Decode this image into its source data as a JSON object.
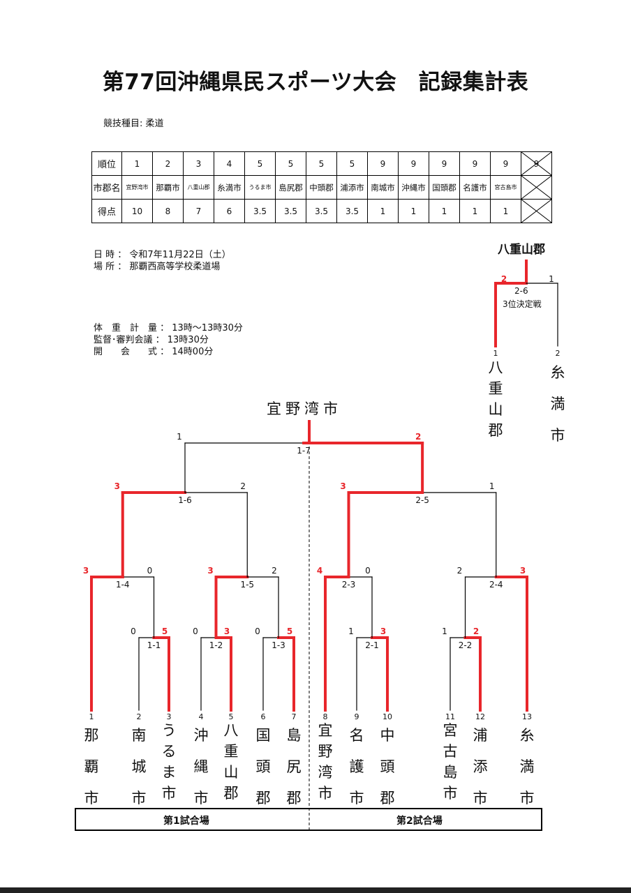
{
  "title": "第77回沖縄県民スポーツ大会　記録集計表",
  "event": "競技種目: 柔道",
  "ranking": {
    "headers": [
      "順位",
      "市郡名",
      "得点"
    ],
    "columns": [
      {
        "rank": "1",
        "name": "宜野湾市",
        "points": "10"
      },
      {
        "rank": "2",
        "name": "那覇市",
        "points": "8"
      },
      {
        "rank": "3",
        "name": "八重山郡",
        "points": "7"
      },
      {
        "rank": "4",
        "name": "糸満市",
        "points": "6"
      },
      {
        "rank": "5",
        "name": "うるま市",
        "points": "3.5"
      },
      {
        "rank": "5",
        "name": "島尻郡",
        "points": "3.5"
      },
      {
        "rank": "5",
        "name": "中頭郡",
        "points": "3.5"
      },
      {
        "rank": "5",
        "name": "浦添市",
        "points": "3.5"
      },
      {
        "rank": "9",
        "name": "南城市",
        "points": "1"
      },
      {
        "rank": "9",
        "name": "沖縄市",
        "points": "1"
      },
      {
        "rank": "9",
        "name": "国頭郡",
        "points": "1"
      },
      {
        "rank": "9",
        "name": "名護市",
        "points": "1"
      },
      {
        "rank": "9",
        "name": "宮古島市",
        "points": "1"
      }
    ],
    "crossed_rank": "9"
  },
  "info": {
    "date": "日 時 ： 令和7年11月22日（土）",
    "place": "場 所 ： 那覇西高等学校柔道場",
    "weigh_in": "体　重　計　量 ： 13時～13時30分",
    "meeting": "監督･審判会議 ： 13時30分",
    "opening": "開　　会　　式 ： 14時00分"
  },
  "third_place": {
    "winner_label": "八重山郡",
    "match": "2-6",
    "title": "3位決定戦",
    "left_score": "2",
    "right_score": "1",
    "left_seed": "1",
    "right_seed": "2",
    "left_team": [
      "八",
      "重",
      "山",
      "郡"
    ],
    "right_team": [
      "糸",
      "満",
      "市"
    ]
  },
  "champion": "宜野湾市",
  "teams": [
    {
      "seed": "1",
      "name": [
        "那",
        "覇",
        "市"
      ]
    },
    {
      "seed": "2",
      "name": [
        "南",
        "城",
        "市"
      ]
    },
    {
      "seed": "3",
      "name": [
        "う",
        "る",
        "ま",
        "市"
      ]
    },
    {
      "seed": "4",
      "name": [
        "沖",
        "縄",
        "市"
      ]
    },
    {
      "seed": "5",
      "name": [
        "八",
        "重",
        "山",
        "郡"
      ]
    },
    {
      "seed": "6",
      "name": [
        "国",
        "頭",
        "郡"
      ]
    },
    {
      "seed": "7",
      "name": [
        "島",
        "尻",
        "郡"
      ]
    },
    {
      "seed": "8",
      "name": [
        "宜",
        "野",
        "湾",
        "市"
      ]
    },
    {
      "seed": "9",
      "name": [
        "名",
        "護",
        "市"
      ]
    },
    {
      "seed": "10",
      "name": [
        "中",
        "頭",
        "郡"
      ]
    },
    {
      "seed": "11",
      "name": [
        "宮",
        "古",
        "島",
        "市"
      ]
    },
    {
      "seed": "12",
      "name": [
        "浦",
        "添",
        "市"
      ]
    },
    {
      "seed": "13",
      "name": [
        "糸",
        "満",
        "市"
      ]
    }
  ],
  "matches": [
    {
      "id": "1-1",
      "left_score": "0",
      "right_score": "5",
      "winner": "right"
    },
    {
      "id": "1-2",
      "left_score": "0",
      "right_score": "3",
      "winner": "right"
    },
    {
      "id": "1-3",
      "left_score": "0",
      "right_score": "5",
      "winner": "right"
    },
    {
      "id": "2-1",
      "left_score": "1",
      "right_score": "3",
      "winner": "right"
    },
    {
      "id": "2-2",
      "left_score": "1",
      "right_score": "2",
      "winner": "right"
    },
    {
      "id": "1-4",
      "left_score": "3",
      "right_score": "0",
      "winner": "left"
    },
    {
      "id": "1-5",
      "left_score": "3",
      "right_score": "2",
      "winner": "left"
    },
    {
      "id": "2-3",
      "left_score": "4",
      "right_score": "0",
      "winner": "left"
    },
    {
      "id": "2-4",
      "left_score": "2",
      "right_score": "3",
      "winner": "right"
    },
    {
      "id": "1-6",
      "left_score": "3",
      "right_score": "2",
      "winner": "left"
    },
    {
      "id": "2-5",
      "left_score": "3",
      "right_score": "1",
      "winner": "left"
    },
    {
      "id": "1-7",
      "left_score": "1",
      "right_score": "2",
      "winner": "right"
    }
  ],
  "venues": [
    "第1試合場",
    "第2試合場"
  ],
  "colors": {
    "winner_line": "#e8262b",
    "line": "#000000"
  }
}
